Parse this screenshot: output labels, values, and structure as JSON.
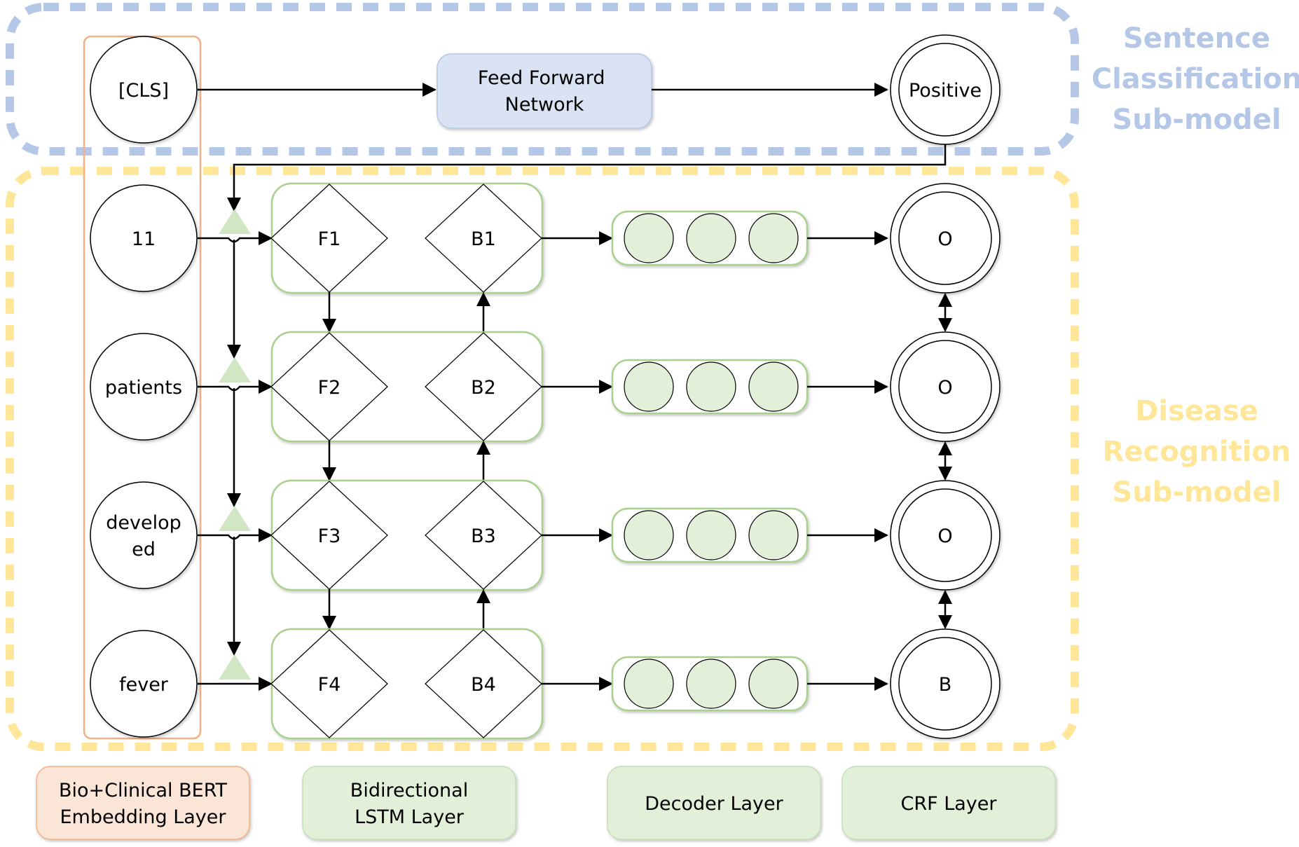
{
  "sentence_model": {
    "label_lines": [
      "Sentence",
      "Classification",
      "Sub-model"
    ],
    "color": "#b4c7e7"
  },
  "disease_model": {
    "label_lines": [
      "Disease",
      "Recognition",
      "Sub-model"
    ],
    "color": "#ffe699"
  },
  "cls_token": "[CLS]",
  "feed_forward": {
    "lines": [
      "Feed Forward",
      "Network"
    ]
  },
  "classification_output": "Positive",
  "tokens": [
    {
      "lines": [
        "11"
      ]
    },
    {
      "lines": [
        "patients"
      ]
    },
    {
      "lines": [
        "develop",
        "ed"
      ]
    },
    {
      "lines": [
        "fever"
      ]
    }
  ],
  "forward_cells": [
    "F1",
    "F2",
    "F3",
    "F4"
  ],
  "backward_cells": [
    "B1",
    "B2",
    "B3",
    "B4"
  ],
  "crf_outputs": [
    "O",
    "O",
    "O",
    "B"
  ],
  "layer_labels": [
    {
      "lines": [
        "Bio+Clinical BERT",
        "Embedding Layer"
      ],
      "fill": "#fbe5d6",
      "stroke": "#f4b183"
    },
    {
      "lines": [
        "Bidirectional",
        "LSTM Layer"
      ],
      "fill": "#e2f0d9",
      "stroke": "#c5e0b4"
    },
    {
      "lines": [
        "Decoder Layer"
      ],
      "fill": "#e2f0d9",
      "stroke": "#c5e0b4"
    },
    {
      "lines": [
        "CRF Layer"
      ],
      "fill": "#e2f0d9",
      "stroke": "#c5e0b4"
    }
  ],
  "colors": {
    "embedding_frame": "#f4b183",
    "lstm_frame": "#a9d18e",
    "decoder_fill": "#e2f0d9",
    "feed_forward_fill": "#dae3f3",
    "gate_fill": "#c5e0b4"
  }
}
